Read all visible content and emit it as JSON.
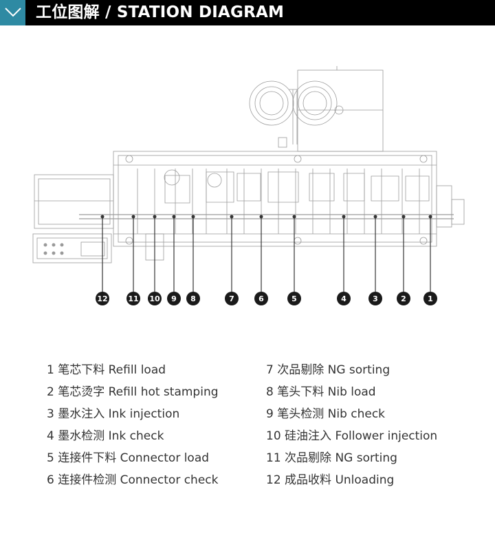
{
  "header": {
    "title": "工位图解 / STATION DIAGRAM",
    "accent_color": "#2e8aa3",
    "icon": "chevron-down-icon"
  },
  "stations": [
    {
      "num": "1",
      "text": "1 笔芯下料 Refill load"
    },
    {
      "num": "2",
      "text": "2 笔芯烫字 Refill hot stamping"
    },
    {
      "num": "3",
      "text": "3 墨水注入 Ink injection"
    },
    {
      "num": "4",
      "text": "4 墨水检测 Ink check"
    },
    {
      "num": "5",
      "text": "5 连接件下料 Connector load"
    },
    {
      "num": "6",
      "text": "6 连接件检测 Connector check"
    },
    {
      "num": "7",
      "text": "7 次品剔除 NG sorting"
    },
    {
      "num": "8",
      "text": "8 笔头下料 Nib load"
    },
    {
      "num": "9",
      "text": "9 笔头检测 Nib check"
    },
    {
      "num": "10",
      "text": "10 硅油注入 Follower injection"
    },
    {
      "num": "11",
      "text": "11 次品剔除 NG sorting"
    },
    {
      "num": "12",
      "text": "12 成品收料 Unloading"
    }
  ]
}
